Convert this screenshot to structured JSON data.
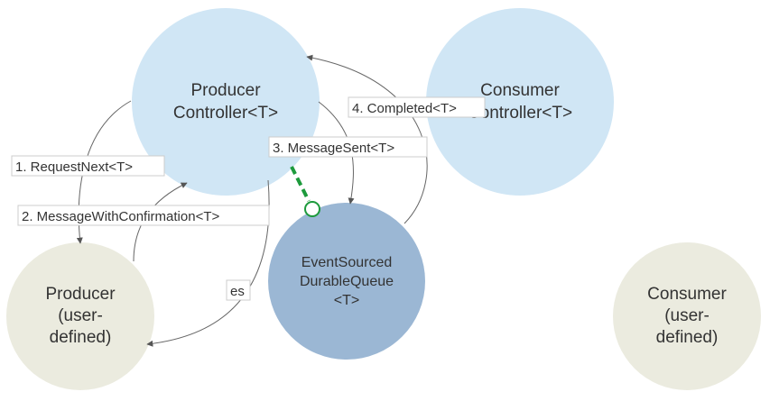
{
  "nodes": {
    "producer_controller": {
      "lines": [
        "Producer",
        "Controller<T>"
      ],
      "color": "#d0e6f5"
    },
    "consumer_controller": {
      "lines": [
        "Consumer",
        "Controller<T>"
      ],
      "color": "#d0e6f5"
    },
    "producer": {
      "lines": [
        "Producer",
        "(user-",
        "defined)"
      ],
      "color": "#ebebdf"
    },
    "consumer": {
      "lines": [
        "Consumer",
        "(user-",
        "defined)"
      ],
      "color": "#ebebdf"
    },
    "durable_queue": {
      "lines": [
        "EventSourced",
        "DurableQueue",
        "<T>"
      ],
      "color": "#9bb7d4"
    }
  },
  "edges": {
    "request_next": "1. RequestNext<T>",
    "message_with_confirmation": "2. MessageWithConfirmation<T>",
    "message_sent": "3. MessageSent<T>",
    "completed": "4. Completed<T>",
    "es": "es"
  },
  "colors": {
    "edge": "#666666",
    "highlight": "#1d9a3c"
  }
}
